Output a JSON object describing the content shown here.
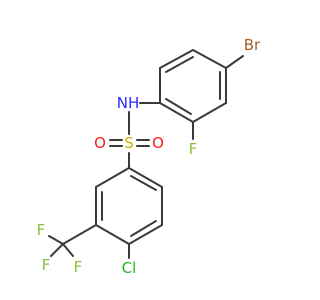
{
  "colors": {
    "carbon": "#3a3a3a",
    "bromine": "#a5602a",
    "fluorine": "#8cbf3c",
    "chlorine": "#24b324",
    "nitrogen": "#2c2cff",
    "oxygen": "#ff1a1a",
    "sulfur": "#c8b400"
  },
  "atoms": {
    "br": "Br",
    "nh": "NH",
    "f_ring": "F",
    "s": "S",
    "o_left": "O",
    "o_right": "O",
    "cf3_f1": "F",
    "cf3_f2": "F",
    "cf3_f3": "F",
    "cl": "Cl"
  }
}
